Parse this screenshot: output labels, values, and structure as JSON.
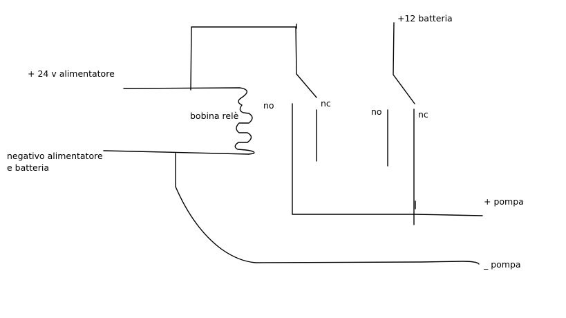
{
  "labels": {
    "supply_24v": "+ 24 v alimentatore",
    "negative_line1": "negativo alimentatore",
    "negative_line2": "e batteria",
    "coil": "bobina relè",
    "contact1_no": "no",
    "contact1_nc": "nc",
    "contact2_no": "no",
    "contact2_nc": "nc",
    "battery_12v": "+12 batteria",
    "pump_positive": "+ pompa",
    "pump_negative": "_ pompa"
  },
  "colors": {
    "background": "#ffffff",
    "stroke": "#000000",
    "text": "#000000"
  }
}
